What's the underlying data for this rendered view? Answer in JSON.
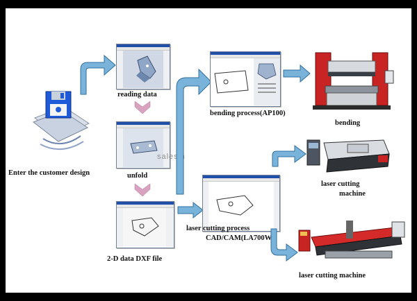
{
  "diagram": {
    "labels": {
      "customer_design": "Enter the customer design",
      "reading_data": "reading data",
      "unfold": "unfold",
      "dxf_file": "2-D data DXF file",
      "bending_process": "bending process(AP100)",
      "bending": "bending",
      "laser_process_line1": "laser cutting process",
      "laser_process_line2": "CAD/CAM(LA700W)",
      "laser_machine_top_line1": "laser cutting",
      "laser_machine_top_line2": "machine",
      "laser_machine_bottom": "laser cutting machine"
    },
    "watermark": "salesm",
    "colors": {
      "arrow_blue": "#7ab3d9",
      "arrow_blue_dark": "#2f6f9e",
      "chevron_pink": "#d8a2c0",
      "machine_red": "#d42a2a",
      "window_title_blue": "#1f4fa8"
    },
    "icons": [
      "floppy-disk-icon"
    ]
  }
}
